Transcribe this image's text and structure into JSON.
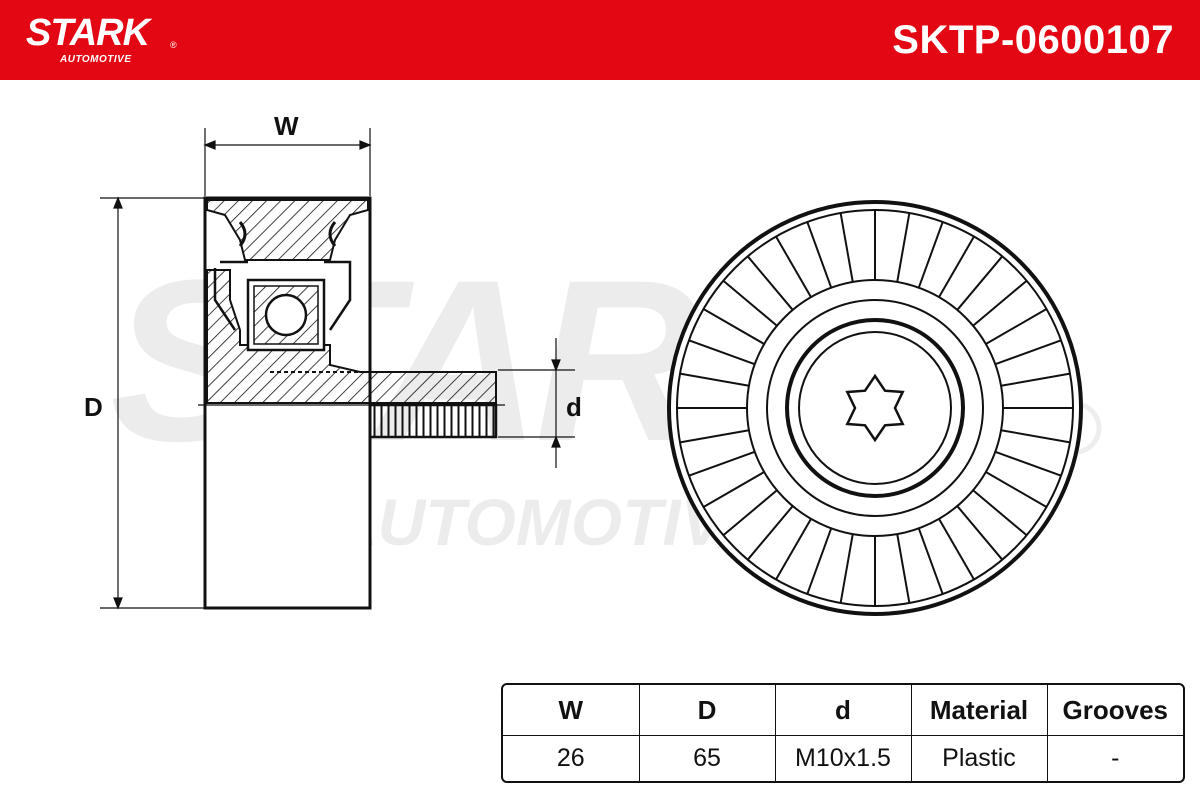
{
  "header": {
    "brand": "STARK",
    "brand_reg": "®",
    "brand_sub": "AUTOMOTIVE",
    "part_number": "SKTP-0600107",
    "background_color": "#e30613"
  },
  "watermark": {
    "brand": "STARK",
    "sub": "AUTOMOTIVE"
  },
  "drawing": {
    "dimension_labels": {
      "width": "W",
      "diameter": "D",
      "thread": "d"
    }
  },
  "spec_table": {
    "headers": [
      "W",
      "D",
      "d",
      "Material",
      "Grooves"
    ],
    "values": [
      "26",
      "65",
      "M10x1.5",
      "Plastic",
      "-"
    ]
  }
}
